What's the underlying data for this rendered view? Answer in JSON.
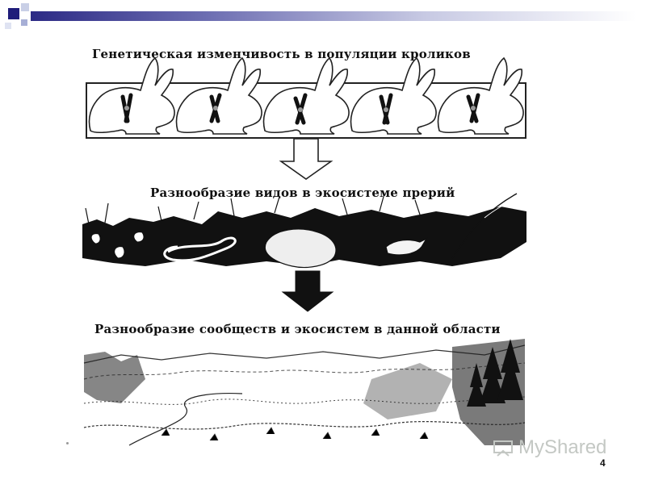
{
  "slide": {
    "heading_genetic": "Генетическая изменчивость в популяции кроликов",
    "heading_species": "Разнообразие видов в экосистеме прерий",
    "heading_ecosystems": "Разнообразие сообществ и экосистем в данной области",
    "page_number": "4"
  },
  "watermark": {
    "text": "MyShared",
    "icon": "myshared-logo-icon"
  },
  "icons": [
    "down-arrow-outline-icon",
    "down-arrow-filled-icon",
    "rabbit-icon",
    "chromosome-icon"
  ]
}
